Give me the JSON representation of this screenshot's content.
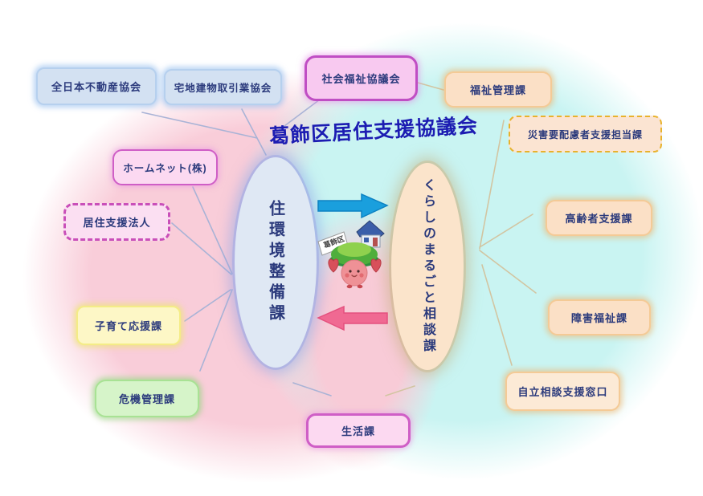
{
  "title": "葛飾区居住支援協議会",
  "core": {
    "left_ellipse_label": "住環境整備課",
    "right_ellipse_label": "くらしのまるごと相談課"
  },
  "mascot": {
    "flag_text": "葛飾区"
  },
  "nodes": {
    "zennihon_fudosan": {
      "label": "全日本不動産協会"
    },
    "takuchi_tatemono": {
      "label": "宅地建物取引業協会"
    },
    "shakai_fukushi": {
      "label": "社会福祉協議会"
    },
    "fukushi_kanri": {
      "label": "福祉管理課"
    },
    "saigai_hairyo": {
      "label": "災害要配慮者支援担当課"
    },
    "home_net": {
      "label": "ホームネット(株)"
    },
    "kyoju_shien_hojin": {
      "label": "居住支援法人"
    },
    "kosodate_oen": {
      "label": "子育て応援課"
    },
    "kiki_kanri": {
      "label": "危機管理課"
    },
    "seikatsu": {
      "label": "生活課"
    },
    "korei_shien": {
      "label": "高齢者支援課"
    },
    "shogai_fukushi": {
      "label": "障害福祉課"
    },
    "jiritsu_sodan": {
      "label": "自立相談支援窓口"
    }
  },
  "colors": {
    "pink_region": "#f9cdd9",
    "cyan_region": "#c9f4f2",
    "title_text": "#1c1cb2",
    "arrow_blue": "#1a9fdd",
    "arrow_pink": "#f06992",
    "connector_left": "#a9b3d6",
    "connector_right": "#d2c5a2"
  }
}
